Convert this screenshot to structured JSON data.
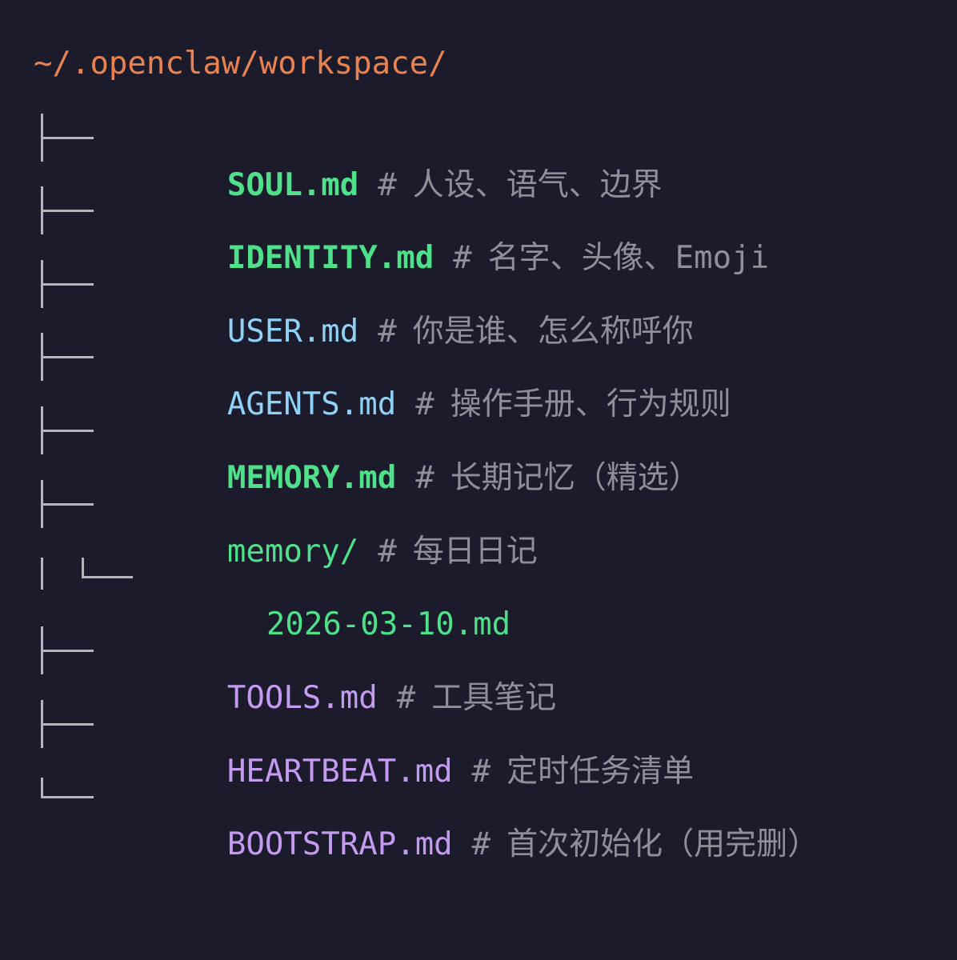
{
  "root_path": "~/.openclaw/workspace/",
  "entries": [
    {
      "name": "SOUL.md",
      "comment": "人设、语气、边界",
      "color": "#4fe08a"
    },
    {
      "name": "IDENTITY.md",
      "comment": "名字、头像、Emoji",
      "color": "#4fe08a"
    },
    {
      "name": "USER.md",
      "comment": "你是谁、怎么称呼你",
      "color": "#8fd2f5"
    },
    {
      "name": "AGENTS.md",
      "comment": "操作手册、行为规则",
      "color": "#8fd2f5"
    },
    {
      "name": "MEMORY.md",
      "comment": "长期记忆（精选）",
      "color": "#4fe08a"
    },
    {
      "name": "memory/",
      "comment": "每日日记",
      "color": "#4fe08a"
    },
    {
      "name": "2026-03-10.md",
      "comment": "",
      "color": "#4fe08a"
    },
    {
      "name": "TOOLS.md",
      "comment": "工具笔记",
      "color": "#c49bf0"
    },
    {
      "name": "HEARTBEAT.md",
      "comment": "定时任务清单",
      "color": "#c49bf0"
    },
    {
      "name": "BOOTSTRAP.md",
      "comment": "首次初始化（用完删）",
      "color": "#c49bf0"
    }
  ],
  "comment_marker": "#",
  "colors": {
    "background": "#1b1b2c",
    "root_path": "#e8834f",
    "tree_lines": "#b5b5bd",
    "comment": "#8f8f99"
  }
}
